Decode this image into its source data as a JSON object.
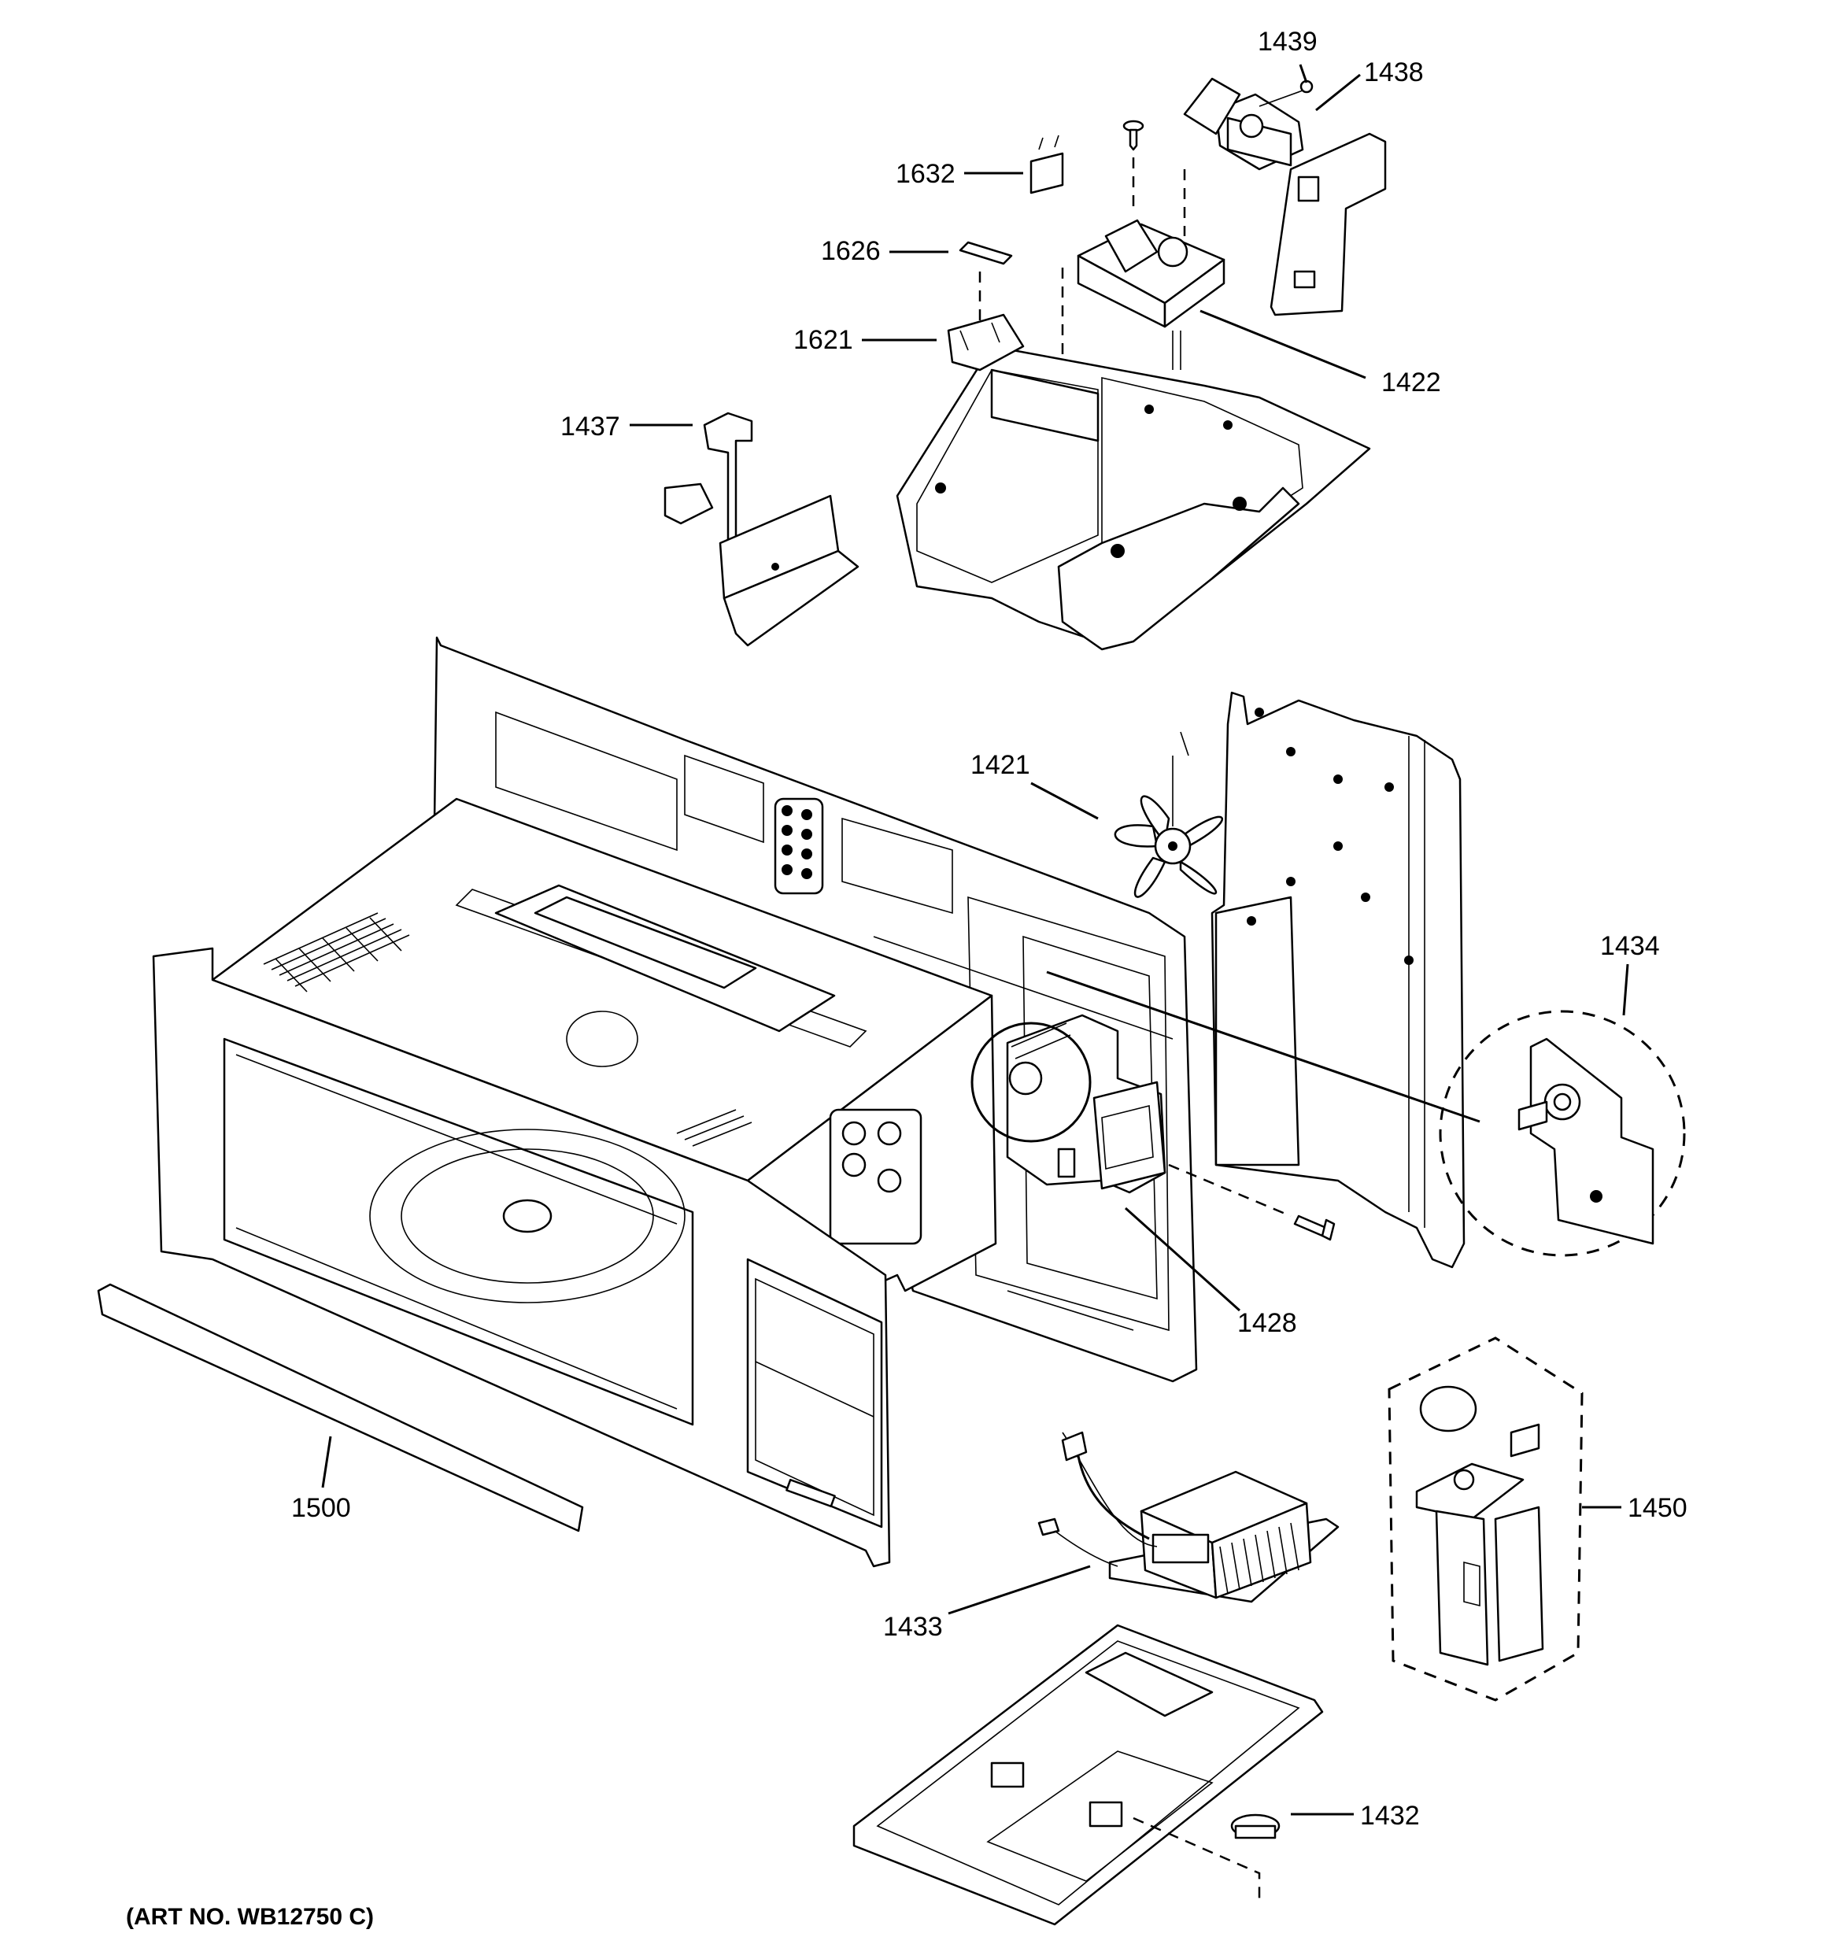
{
  "caption": "(ART NO. WB12750 C)",
  "parts": [
    {
      "id": "1439",
      "label": "1439"
    },
    {
      "id": "1438",
      "label": "1438"
    },
    {
      "id": "1632",
      "label": "1632"
    },
    {
      "id": "1626",
      "label": "1626"
    },
    {
      "id": "1621",
      "label": "1621"
    },
    {
      "id": "1422",
      "label": "1422"
    },
    {
      "id": "1437",
      "label": "1437"
    },
    {
      "id": "1421",
      "label": "1421"
    },
    {
      "id": "1434",
      "label": "1434"
    },
    {
      "id": "1428",
      "label": "1428"
    },
    {
      "id": "1500",
      "label": "1500"
    },
    {
      "id": "1450",
      "label": "1450"
    },
    {
      "id": "1433",
      "label": "1433"
    },
    {
      "id": "1432",
      "label": "1432"
    }
  ]
}
